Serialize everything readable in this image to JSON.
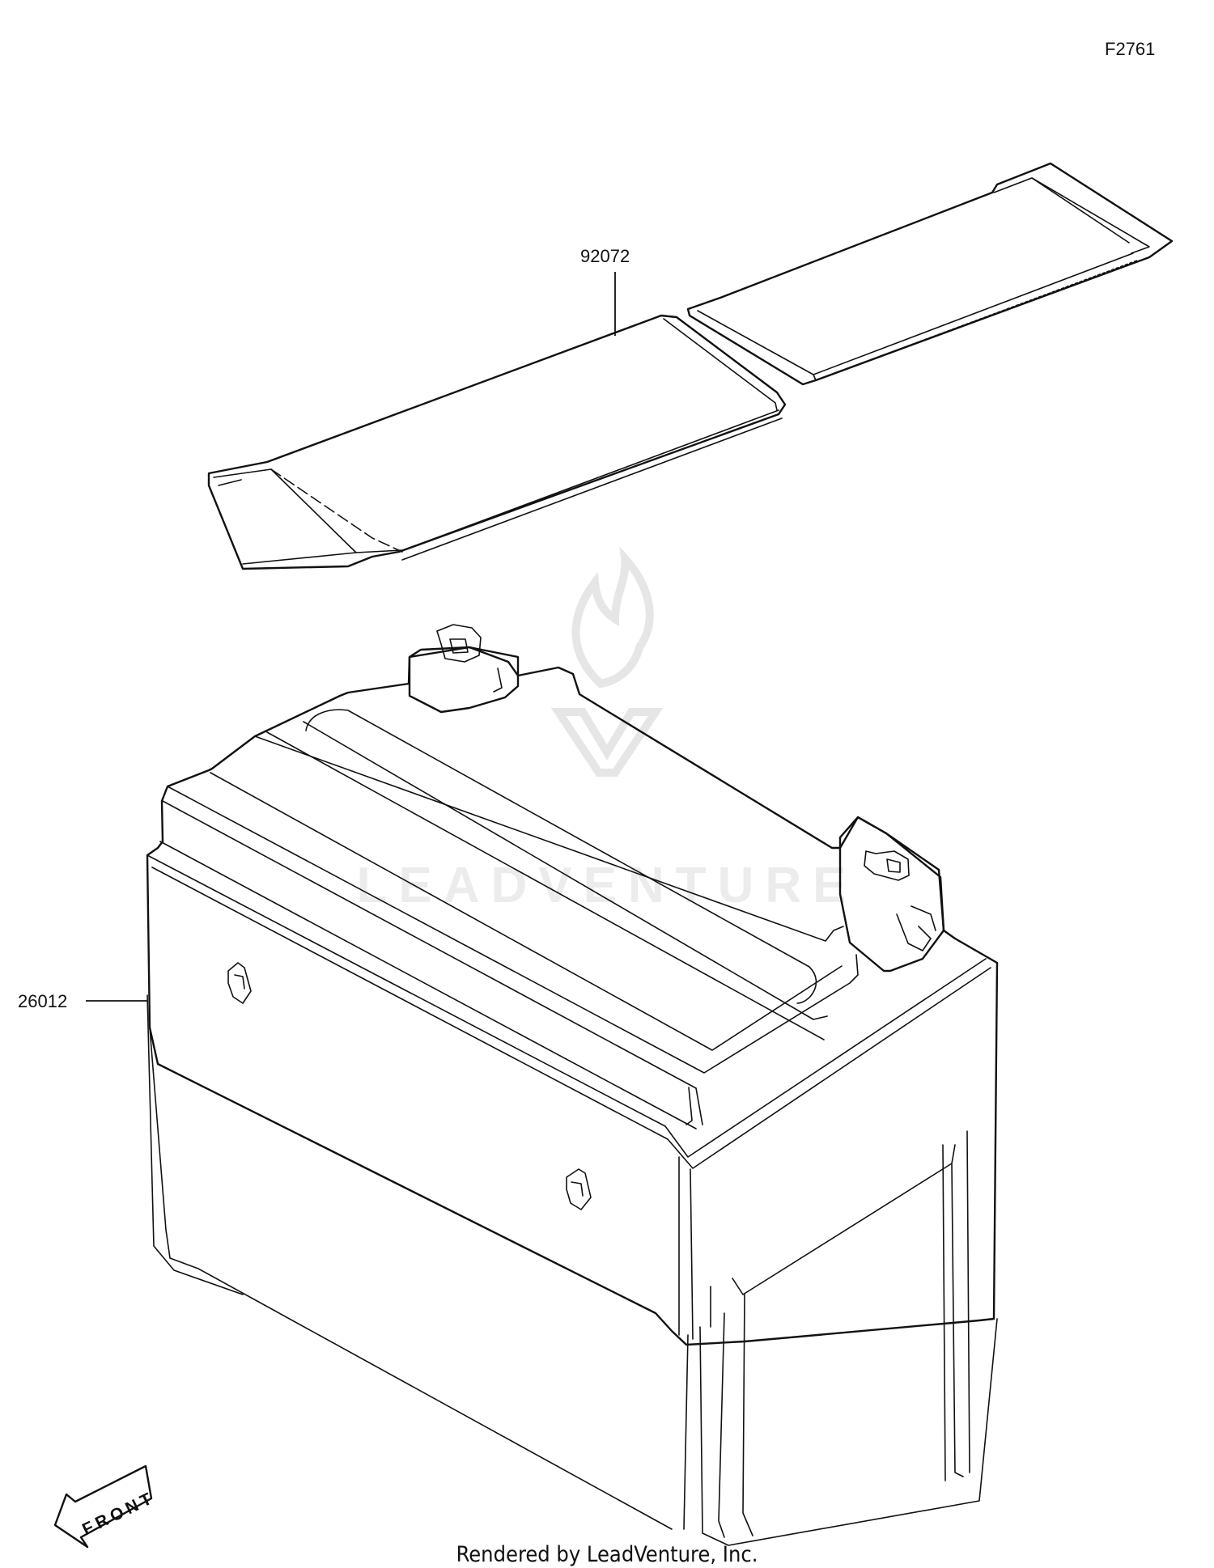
{
  "figure_code": "F2761",
  "parts": [
    {
      "number": "92072",
      "name_icon": "battery-pad"
    },
    {
      "number": "26012",
      "name_icon": "battery"
    }
  ],
  "front_arrow_text": "FRONT",
  "watermark_text": "LEADVENTURE",
  "footer_text": "Rendered by LeadVenture, Inc."
}
